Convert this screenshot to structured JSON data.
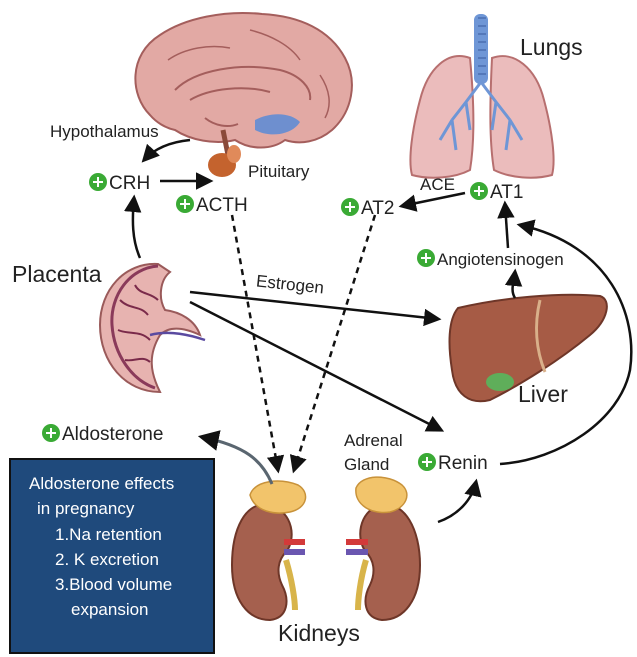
{
  "labels": {
    "hypothalamus": "Hypothalamus",
    "pituitary": "Pituitary",
    "crh": "CRH",
    "acth": "ACTH",
    "lungs": "Lungs",
    "ace": "ACE",
    "at1": "AT1",
    "at2": "AT2",
    "placenta": "Placenta",
    "estrogen": "Estrogen",
    "angiotensinogen": "Angiotensinogen",
    "liver": "Liver",
    "aldosterone": "Aldosterone",
    "adrenal_gland_line1": "Adrenal",
    "adrenal_gland_line2": "Gland",
    "renin": "Renin",
    "kidneys": "Kidneys"
  },
  "effects_box": {
    "title_line1": "Aldosterone effects",
    "title_line2": "in pregnancy",
    "items": [
      "1.Na retention",
      "2. K excretion",
      "3.Blood volume"
    ],
    "item3_cont": "expansion"
  },
  "colors": {
    "plus_badge": "#3aaa35",
    "effects_box_bg": "#1f4a7c",
    "organ_pink": "#d99a9a",
    "liver_brown": "#a35a46",
    "kidney_brown": "#a5604e",
    "adrenal_yellow": "#f2c46b",
    "trachea_blue": "#5b8fd0"
  },
  "icons": [
    "plus-icon",
    "brain-icon",
    "lungs-icon",
    "placenta-icon",
    "liver-icon",
    "kidney-icon",
    "adrenal-icon"
  ]
}
